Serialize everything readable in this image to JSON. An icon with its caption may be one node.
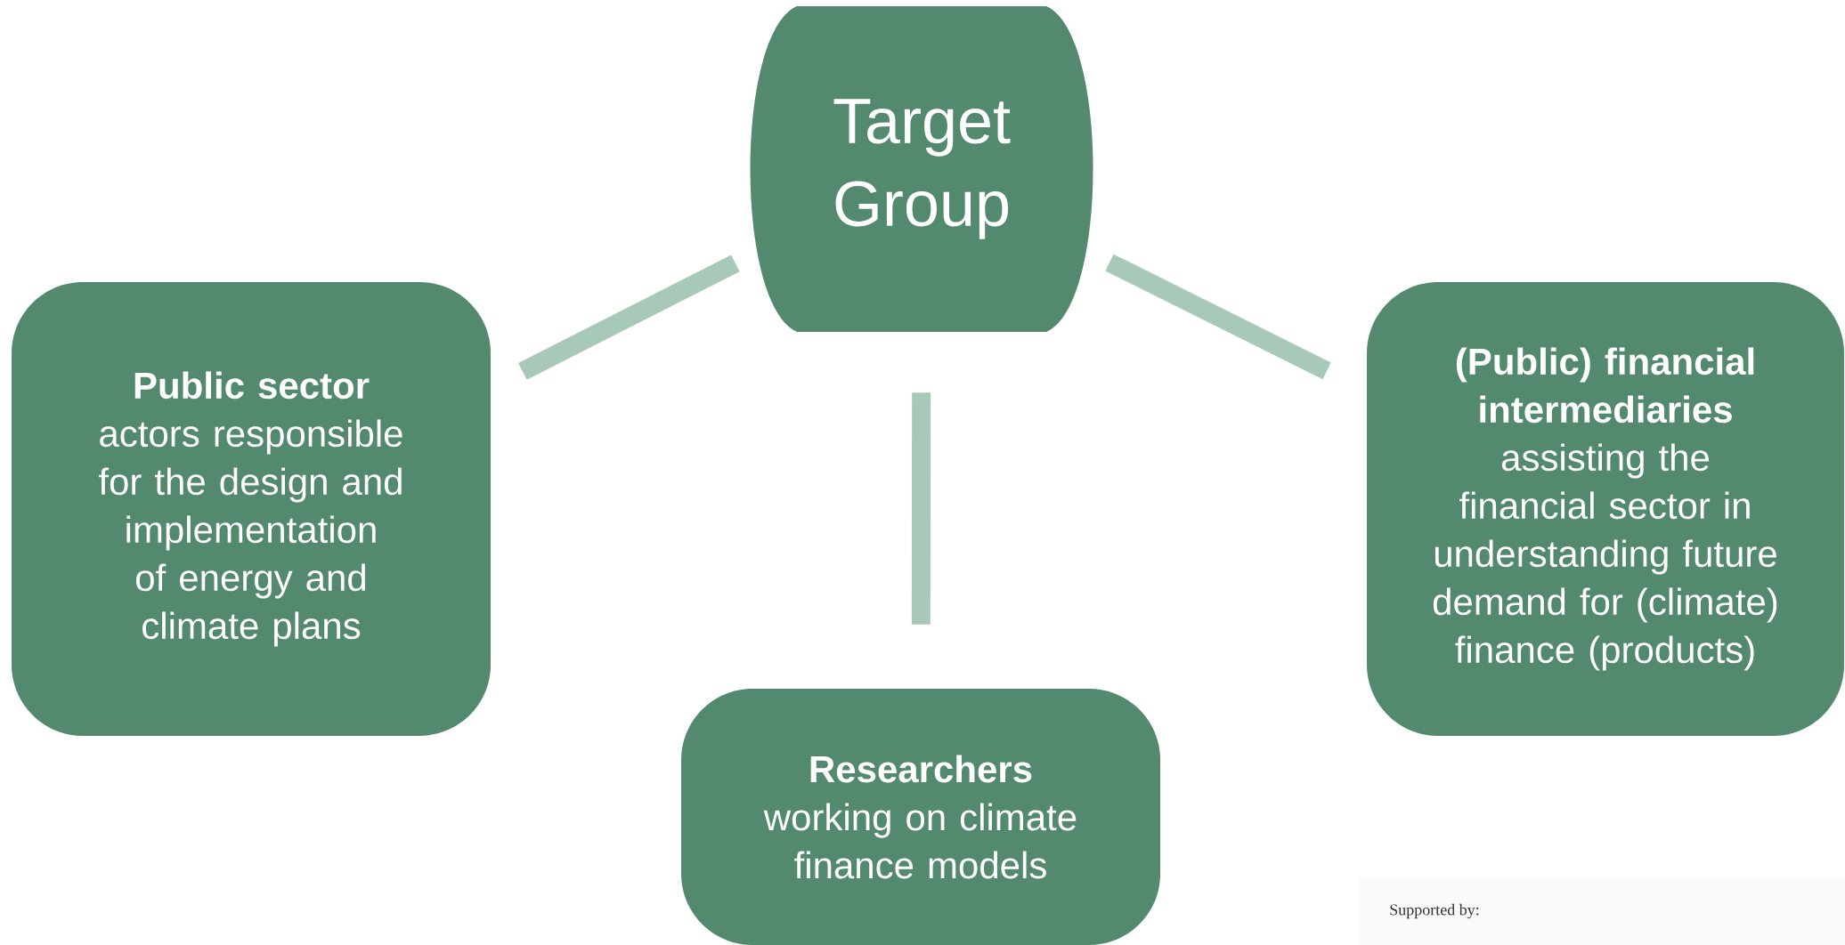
{
  "diagram": {
    "nodes": [
      {
        "text": [
          "Target Group"
        ]
      },
      {
        "text": [
          "**Public sector** actors responsible for the design and implementation of energy and climate plans"
        ]
      },
      {
        "text": [
          "(Public) financial intermediaries",
          "assisting the financial sector in understanding future demand for (climate) finance (products)"
        ]
      },
      {
        "text": [
          "**Researchers** working on climate finance models"
        ]
      }
    ],
    "edges": [
      {
        "from": 0,
        "to": 1,
        "arrow": "none"
      },
      {
        "from": 0,
        "to": 3,
        "arrow": "none"
      },
      {
        "from": 0,
        "to": 2,
        "arrow": "none"
      }
    ],
    "labels": [
      "Supported by:"
    ]
  }
}
